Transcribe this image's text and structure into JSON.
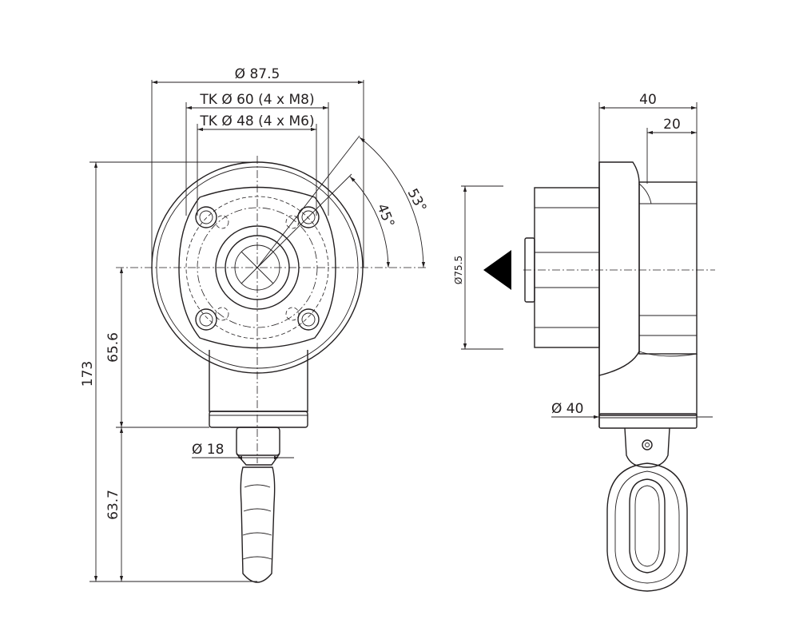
{
  "front_view": {
    "dims": {
      "outer_diameter": "Ø 87.5",
      "pcd_m8": "TK Ø 60 (4 x M8)",
      "pcd_m6": "TK Ø 48 (4 x M6)",
      "angle_large": "53°",
      "angle_small": "45°",
      "total_height": "173",
      "upper_height": "65.6",
      "lower_height": "63.7",
      "shaft_diameter": "Ø 18"
    }
  },
  "side_view": {
    "dims": {
      "width_total": "40",
      "width_flange": "20",
      "body_diameter": "Ø75.5",
      "base_diameter": "Ø 40"
    }
  },
  "colors": {
    "line": "#231f20",
    "arrow": "#000000"
  }
}
